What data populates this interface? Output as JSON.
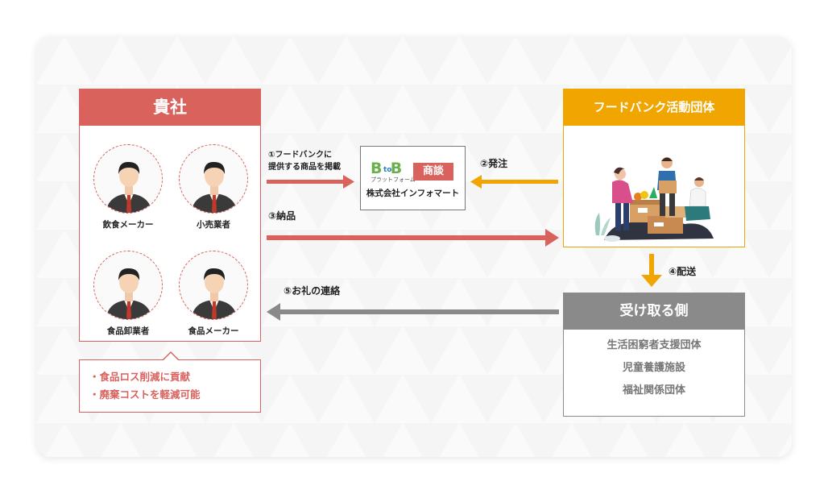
{
  "company": {
    "title": "貴社",
    "members": [
      "飲食メーカー",
      "小売業者",
      "食品卸業者",
      "食品メーカー"
    ],
    "benefits": [
      "・食品ロス削減に貢献",
      "・廃棄コストを軽減可能"
    ]
  },
  "platform": {
    "logo_b1": "B",
    "logo_to": "to",
    "logo_b2": "B",
    "logo_sub": "プラットフォーム",
    "badge": "商談",
    "company_name": "株式会社インフォマート"
  },
  "foodbank": {
    "title": "フードバンク活動団体"
  },
  "receiver": {
    "title": "受け取る側",
    "items": [
      "生活困窮者支援団体",
      "児童養護施設",
      "福祉関係団体"
    ]
  },
  "flows": {
    "step1_line1": "①フードバンクに",
    "step1_line2": "提供する商品を掲載",
    "step2": "②発注",
    "step3": "③納品",
    "step4": "④配送",
    "step5": "⑤お礼の連絡"
  },
  "colors": {
    "company": "#d9625d",
    "foodbank": "#f0a500",
    "receiver": "#8a8a8a"
  }
}
